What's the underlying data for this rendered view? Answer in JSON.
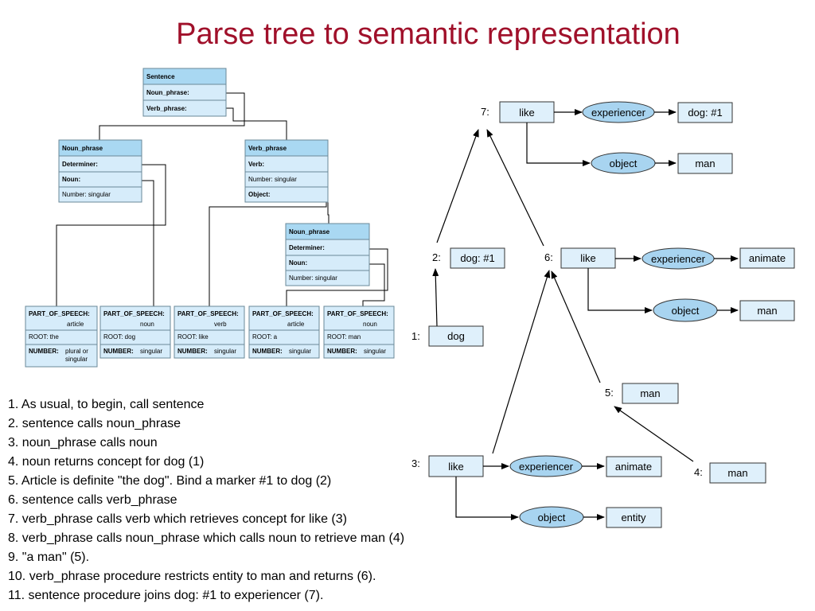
{
  "title": "Parse tree to semantic representation",
  "colors": {
    "title": "#a0102a",
    "box_fill": "#d6ecfa",
    "header_fill": "#a9d8f2",
    "node_fill": "#dff0fb",
    "ellipse_fill": "#a8d4f0"
  },
  "parse_tree": {
    "sentence": {
      "header": "Sentence",
      "rows": [
        "Noun_phrase:",
        "Verb_phrase:"
      ]
    },
    "noun_phrase_1": {
      "header": "Noun_phrase",
      "rows": [
        "Determiner:",
        "Noun:",
        "Number:  singular"
      ]
    },
    "verb_phrase": {
      "header": "Verb_phrase",
      "rows": [
        "Verb:",
        "Number:  singular",
        "Object:"
      ]
    },
    "noun_phrase_2": {
      "header": "Noun_phrase",
      "rows": [
        "Determiner:",
        "Noun:",
        "Number:  singular"
      ]
    },
    "leaves": [
      {
        "pos_label": "PART_OF_SPEECH:",
        "pos": "article",
        "root": "ROOT:  the",
        "number": "NUMBER:",
        "number_val_1": "plural or",
        "number_val_2": "singular"
      },
      {
        "pos_label": "PART_OF_SPEECH:",
        "pos": "noun",
        "root": "ROOT:  dog",
        "number": "NUMBER:",
        "number_val_1": "singular",
        "number_val_2": ""
      },
      {
        "pos_label": "PART_OF_SPEECH:",
        "pos": "verb",
        "root": "ROOT:  like",
        "number": "NUMBER:",
        "number_val_1": "singular",
        "number_val_2": ""
      },
      {
        "pos_label": "PART_OF_SPEECH:",
        "pos": "article",
        "root": "ROOT:  a",
        "number": "NUMBER:",
        "number_val_1": "singular",
        "number_val_2": ""
      },
      {
        "pos_label": "PART_OF_SPEECH:",
        "pos": "noun",
        "root": "ROOT:  man",
        "number": "NUMBER:",
        "number_val_1": "singular",
        "number_val_2": ""
      }
    ]
  },
  "semantic": {
    "n7": {
      "num": "7:",
      "head": "like",
      "rel1": "experiencer",
      "val1": "dog: #1",
      "rel2": "object",
      "val2": "man"
    },
    "n2": {
      "num": "2:",
      "val": "dog: #1"
    },
    "n6": {
      "num": "6:",
      "head": "like",
      "rel1": "experiencer",
      "val1": "animate",
      "rel2": "object",
      "val2": "man"
    },
    "n1": {
      "num": "1:",
      "val": "dog"
    },
    "n5": {
      "num": "5:",
      "val": "man"
    },
    "n3": {
      "num": "3:",
      "head": "like",
      "rel1": "experiencer",
      "val1": "animate",
      "rel2": "object",
      "val2": "entity"
    },
    "n4": {
      "num": "4:",
      "val": "man"
    }
  },
  "steps": [
    "1. As usual, to begin, call sentence",
    "2. sentence calls noun_phrase",
    "3. noun_phrase calls noun",
    "4. noun returns concept for dog (1)",
    "5. Article is definite \"the dog\". Bind a marker #1 to dog (2)",
    "6. sentence calls verb_phrase",
    "7. verb_phrase calls verb which retrieves concept for like (3)",
    "8. verb_phrase calls noun_phrase which calls noun to retrieve man (4)",
    "9. \"a man\" (5).",
    "10. verb_phrase procedure restricts entity to man and returns (6).",
    "11. sentence procedure joins dog: #1 to experiencer (7)."
  ]
}
